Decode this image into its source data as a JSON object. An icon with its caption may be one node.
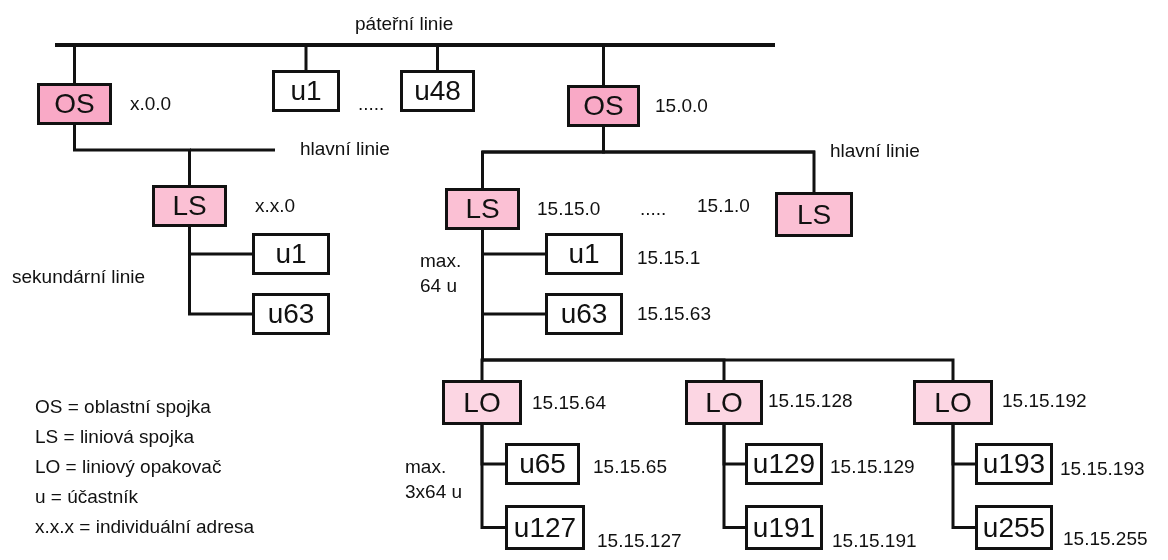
{
  "diagram": {
    "nodes": [
      {
        "text": [],
        "shape": "bar",
        "beside": [
          "páteřní linie"
        ]
      },
      {
        "text": [
          "OS"
        ],
        "beside": [
          "x.0.0"
        ]
      },
      {
        "text": [
          "u1"
        ]
      },
      {
        "text": [
          "u48"
        ]
      },
      {
        "text": [
          "OS"
        ],
        "beside": [
          "15.0.0"
        ]
      },
      {
        "text": [
          "LS"
        ],
        "beside": [
          "x.x.0"
        ]
      },
      {
        "text": [
          "u1"
        ]
      },
      {
        "text": [
          "u63"
        ]
      },
      {
        "text": [
          "LS"
        ],
        "beside": [
          "15.15.0"
        ]
      },
      {
        "text": [
          "LS"
        ],
        "beside": [
          "15.1.0"
        ]
      },
      {
        "text": [
          "u1"
        ],
        "beside": [
          "15.15.1"
        ]
      },
      {
        "text": [
          "u63"
        ],
        "beside": [
          "15.15.63"
        ]
      },
      {
        "text": [
          "LO"
        ],
        "beside": [
          "15.15.64"
        ]
      },
      {
        "text": [
          "LO"
        ],
        "beside": [
          "15.15.128"
        ]
      },
      {
        "text": [
          "LO"
        ],
        "beside": [
          "15.15.192"
        ]
      },
      {
        "text": [
          "u65"
        ],
        "beside": [
          "15.15.65"
        ]
      },
      {
        "text": [
          "u127"
        ],
        "beside": [
          "15.15.127"
        ]
      },
      {
        "text": [
          "u129"
        ],
        "beside": [
          "15.15.129"
        ]
      },
      {
        "text": [
          "u191"
        ],
        "beside": [
          "15.15.191"
        ]
      },
      {
        "text": [
          "u193"
        ],
        "beside": [
          "15.15.193"
        ]
      },
      {
        "text": [
          "u255"
        ],
        "beside": [
          "15.15.255"
        ]
      }
    ],
    "edges": [
      {
        "from": 0,
        "to": 1,
        "arrow": "none"
      },
      {
        "from": 0,
        "to": 2,
        "arrow": "none"
      },
      {
        "from": 0,
        "to": 3,
        "arrow": "none"
      },
      {
        "from": 0,
        "to": 4,
        "arrow": "none"
      },
      {
        "from": 1,
        "to": 5,
        "arrow": "none"
      },
      {
        "from": 4,
        "to": 8,
        "arrow": "none"
      },
      {
        "from": 4,
        "to": 9,
        "arrow": "none"
      },
      {
        "from": 5,
        "to": 6,
        "arrow": "none"
      },
      {
        "from": 5,
        "to": 7,
        "arrow": "none"
      },
      {
        "from": 8,
        "to": 10,
        "arrow": "none"
      },
      {
        "from": 8,
        "to": 11,
        "arrow": "none"
      },
      {
        "from": 8,
        "to": 12,
        "arrow": "none"
      },
      {
        "from": 8,
        "to": 13,
        "arrow": "none"
      },
      {
        "from": 8,
        "to": 14,
        "arrow": "none"
      },
      {
        "from": 12,
        "to": 15,
        "arrow": "none"
      },
      {
        "from": 12,
        "to": 16,
        "arrow": "none"
      },
      {
        "from": 13,
        "to": 17,
        "arrow": "none"
      },
      {
        "from": 13,
        "to": 18,
        "arrow": "none"
      },
      {
        "from": 14,
        "to": 19,
        "arrow": "none"
      },
      {
        "from": 14,
        "to": 20,
        "arrow": "none"
      }
    ],
    "labels": [
      ".....",
      "hlavní linie",
      "hlavní linie",
      ".....",
      "sekundární linie",
      "max. 64 u",
      "max. 3x64 u",
      "OS = oblastní spojka",
      "LS = liniová spojka",
      "LO = liniový opakovač",
      "u = účastník",
      "x.x.x = individuální adresa"
    ]
  }
}
